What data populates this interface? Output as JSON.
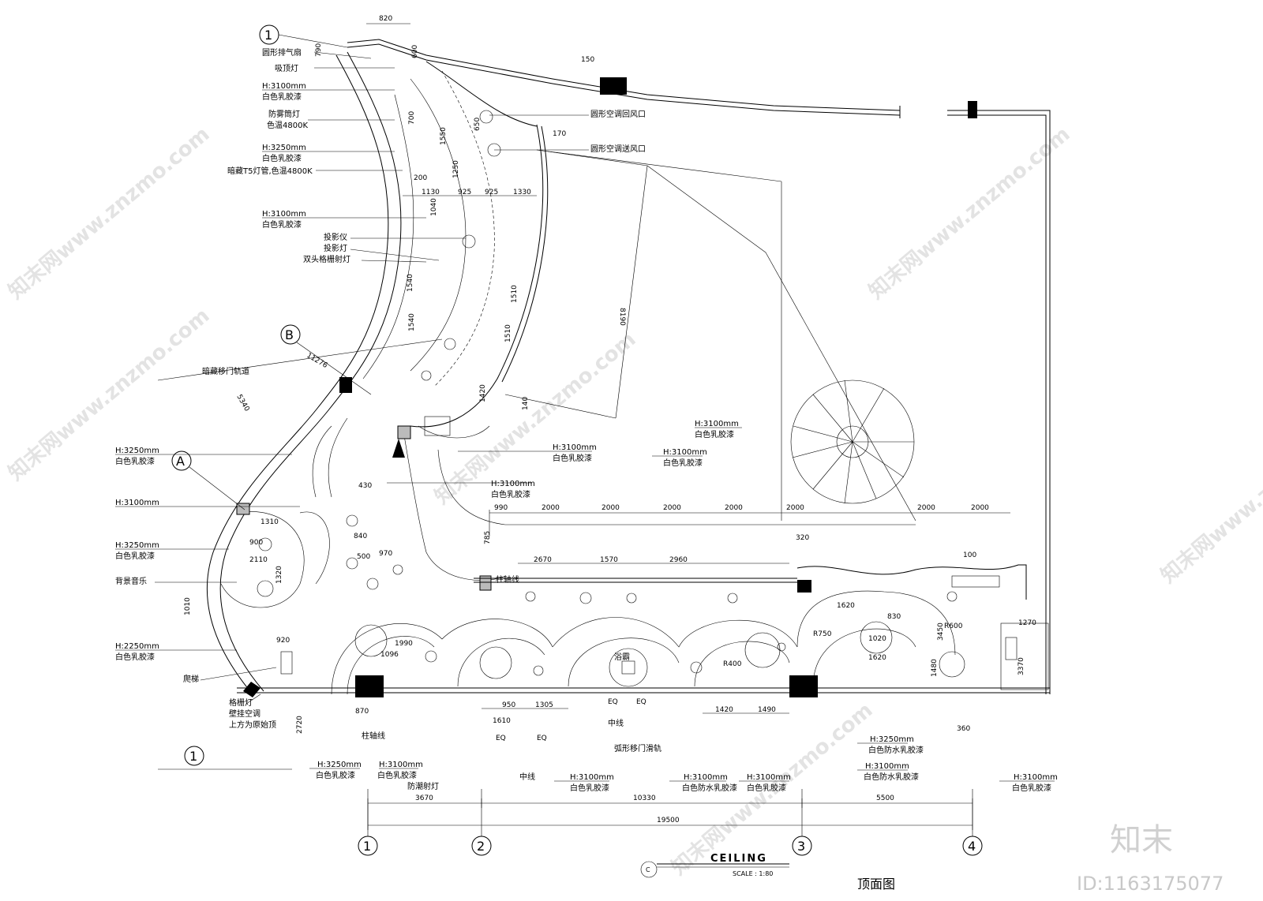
{
  "watermarks": [
    "知末网www.znzmo.com",
    "知末网www.znzmo.com",
    "知末网www.znzmo.com",
    "知末网www.znzmo.com",
    "知末网www.znzmo.com",
    "知末网www.znzmo.com"
  ],
  "brand": {
    "logo": "知末",
    "id": "ID:1163175077"
  },
  "title_block": {
    "title": "CEILING",
    "scale": "SCALE : 1:80",
    "subtitle": "顶面图",
    "marker": "C"
  },
  "axes": {
    "a1": "1",
    "a2": "2",
    "a3": "3",
    "a4": "4",
    "top1": "1",
    "bot1": "1",
    "B": "B",
    "A": "A"
  },
  "left_labels": [
    "圆形排气扇",
    "吸顶灯",
    "H:3100mm",
    "白色乳胶漆",
    "防雾筒灯",
    "色温4800K",
    "H:3250mm",
    "白色乳胶漆",
    "暗藏T5灯管,色温4800K",
    "H:3100mm",
    "白色乳胶漆",
    "投影仪",
    "投影灯",
    "双头格栅射灯",
    "暗藏移门轨道",
    "H:3250mm",
    "白色乳胶漆",
    "H:3100mm",
    "H:3250mm",
    "白色乳胶漆",
    "背景音乐",
    "H:2250mm",
    "白色乳胶漆",
    "爬梯",
    "格栅灯",
    "壁挂空调",
    "上方为原始顶"
  ],
  "right_labels": [
    "圆形空调回风口",
    "圆形空调送风口"
  ],
  "mid_labels": {
    "m1a": "H:3100mm",
    "m1b": "白色乳胶漆",
    "m2a": "H:3100mm",
    "m2b": "白色乳胶漆",
    "m3a": "H:3100mm",
    "m3b": "白色乳胶漆",
    "m4a": "H:3100mm",
    "m4b": "白色乳胶漆",
    "colline": "柱轴线",
    "bath": "浴霸"
  },
  "bottom_labels": {
    "b1a": "H:3250mm",
    "b1b": "白色乳胶漆",
    "b2a": "H:3100mm",
    "b2b": "白色乳胶漆",
    "b2c": "防潮射灯",
    "colline2": "柱轴线",
    "b3a": "H:3100mm",
    "b3b": "白色乳胶漆",
    "arcdoor": "弧形移门滑轨",
    "b4a": "H:3100mm",
    "b4b": "白色防水乳胶漆",
    "b5a": "H:3100mm",
    "b5b": "白色乳胶漆",
    "b6a": "H:3250mm",
    "b6b": "白色防水乳胶漆",
    "b7a": "H:3100mm",
    "b7b": "白色防水乳胶漆",
    "b8a": "H:3100mm",
    "b8b": "白色乳胶漆",
    "midline1": "中线",
    "midline2": "中线"
  },
  "dims": {
    "d820": "820",
    "d790": "790",
    "d600": "600",
    "d150": "150",
    "d170": "170",
    "d700": "700",
    "d1550": "1550",
    "d650": "650",
    "d1250": "1250",
    "d200": "200",
    "d1130": "1130",
    "d925a": "925",
    "d925b": "925",
    "d1330": "1330",
    "d1040": "1040",
    "d8190": "8190",
    "d11276": "11276",
    "d5340": "5340",
    "d1540a": "1540",
    "d1540b": "1540",
    "d1510a": "1510",
    "d1510b": "1510",
    "d1420": "1420",
    "d140": "140",
    "d990": "990",
    "d2000a": "2000",
    "d2000b": "2000",
    "d2000c": "2000",
    "d2000d": "2000",
    "d2000e": "2000",
    "d2000f": "2000",
    "d2000g": "2000",
    "d2670": "2670",
    "d1570": "1570",
    "d2960": "2960",
    "d785": "785",
    "d320": "320",
    "d100": "100",
    "d1620": "1620",
    "d830": "830",
    "d1020": "1020",
    "d1620b": "1620",
    "d3450": "3450",
    "d1270": "1270",
    "d3370": "3370",
    "d1480": "1480",
    "d360": "360",
    "d1420b": "1420",
    "d1490": "1490",
    "d950": "950",
    "d1305": "1305",
    "d1610": "1610",
    "d870": "870",
    "d2720": "2720",
    "d920": "920",
    "d1310": "1310",
    "d900": "900",
    "d2110": "2110",
    "d1320": "1320",
    "d1010": "1010",
    "d1990": "1990",
    "d1096": "1096",
    "d430": "430",
    "d970": "970",
    "d840": "840",
    "d500": "500",
    "d3670": "3670",
    "d10330": "10330",
    "d5500": "5500",
    "d19500": "19500",
    "eq": "EQ",
    "r400": "R400",
    "r750": "R750",
    "r600": "R600"
  }
}
